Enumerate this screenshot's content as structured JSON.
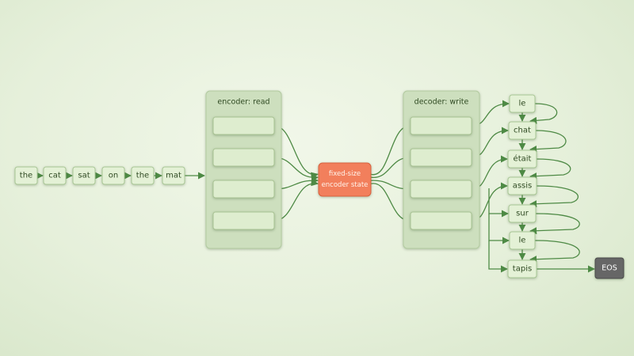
{
  "diagram": {
    "input_words": [
      "the",
      "cat",
      "sat",
      "on",
      "the",
      "mat"
    ],
    "encoder": {
      "title": "encoder: read",
      "cell_count": 4
    },
    "state": {
      "line1": "fixed-size",
      "line2": "encoder state"
    },
    "decoder": {
      "title": "decoder: write",
      "cell_count": 4
    },
    "output_words": [
      "le",
      "chat",
      "était",
      "assis",
      "sur",
      "le",
      "tapis"
    ],
    "end_token": "EOS",
    "colors": {
      "node_fill": "#e4f1d6",
      "node_stroke": "#a9c795",
      "panel_fill": "#cddfbe",
      "panel_stroke": "#b3cba0",
      "cell_fill": "#deedcf",
      "cell_stroke": "#a8c393",
      "arrow": "#4e8a45",
      "text": "#2f4a22",
      "state_fill": "#f27f5c",
      "state_stroke": "#d9613e",
      "state_text": "#fff3ea",
      "eos_fill": "#666666",
      "eos_stroke": "#4a4a4a",
      "eos_text": "#ffffff"
    }
  }
}
